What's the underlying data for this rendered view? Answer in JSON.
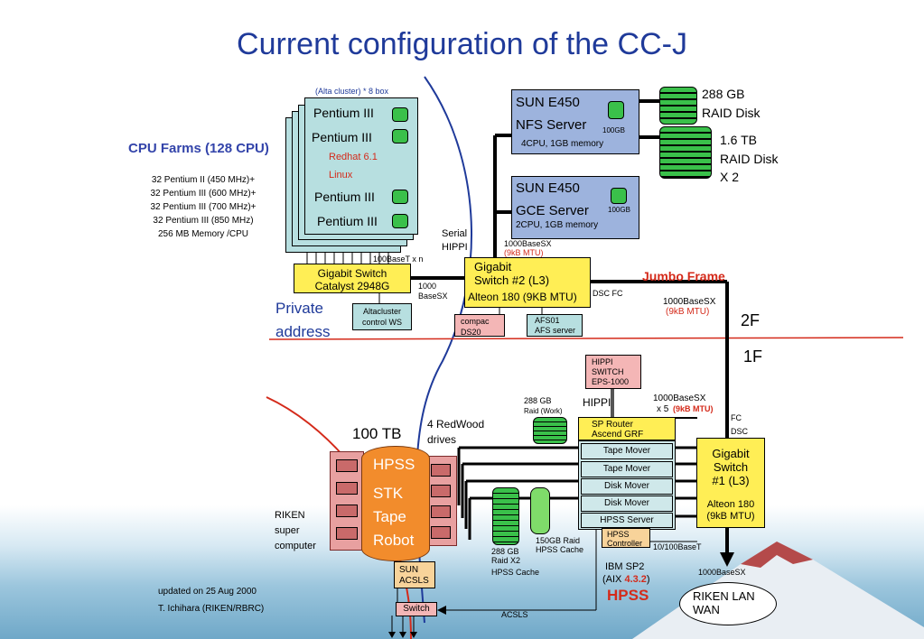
{
  "title": "Current configuration of the CC-J",
  "cpu_farms": {
    "heading": "CPU Farms (128 CPU)",
    "specs": [
      "32 Pentium II  (450 MHz)+",
      "32 Pentium III (600 MHz)+",
      "32 Pentium III (700 MHz)+",
      "32 Pentium III (850 MHz)",
      "256 MB Memory /CPU"
    ],
    "box_caption": "(Alta cluster) * 8 box",
    "cpus": [
      "Pentium III",
      "Pentium III",
      "Pentium III",
      "Pentium III"
    ],
    "os": [
      "Redhat 6.1",
      "Linux"
    ]
  },
  "private": {
    "line1": "Private",
    "line2": "address"
  },
  "catalyst": {
    "line1": "Gigabit  Switch",
    "line2": "Catalyst 2948G"
  },
  "altacluster": {
    "line1": "Altacluster",
    "line2": "control WS"
  },
  "link_100baset": "100BaseT x  n",
  "link_1000basesx_left": {
    "line1": "1000",
    "line2": "BaseSX"
  },
  "serial_hippi": {
    "line1": "Serial",
    "line2": "HIPPI"
  },
  "nfs_server": {
    "line1": "SUN E450",
    "line2": "NFS Server",
    "disk": "100GB",
    "line3": "4CPU, 1GB memory"
  },
  "gce_server": {
    "line1": "SUN E450",
    "line2": "GCE  Server",
    "disk": "100GB",
    "line3": "2CPU, 1GB memory"
  },
  "raid288": {
    "line1": "288 GB",
    "line2": "RAID Disk"
  },
  "raid16": {
    "line1": "1.6 TB",
    "line2": "RAID Disk",
    "line3": "X 2"
  },
  "link_mtu_top": {
    "line1": "1000BaseSX",
    "line2": "(9kB MTU)"
  },
  "switch2": {
    "line1": "Gigabit",
    "line2": "Switch #2 (L3)",
    "line3": "Alteon 180 (9KB MTU)"
  },
  "compac": {
    "line1": "compac",
    "line2": "DS20"
  },
  "afs01": {
    "line1": "AFS01",
    "line2": "AFS server"
  },
  "dsc_fc": "DSC   FC",
  "jumbo": "Jumbo Frame",
  "link_mtu_right": {
    "line1": "1000BaseSX",
    "line2": "(9kB MTU)"
  },
  "floor2": "2F",
  "floor1": "1F",
  "hippi_switch": {
    "line1": "HIPPI",
    "line2": "SWITCH",
    "line3": "EPS-1000"
  },
  "hippi_label": "HIPPI",
  "raid_work": {
    "line1": "288 GB",
    "line2": "Raid (Work)"
  },
  "link_x5": {
    "line1": "1000BaseSX",
    "line2": "x 5",
    "line3": "(9kB MTU)"
  },
  "fc_dsc": {
    "line1": "FC",
    "line2": "DSC"
  },
  "sp_router": {
    "line1": "SP Router",
    "line2": "Ascend GRF"
  },
  "movers": [
    "Tape Mover",
    "Tape Mover",
    "Disk Mover",
    "Disk Mover",
    "HPSS Server"
  ],
  "switch1": {
    "line1": "Gigabit",
    "line2": "Switch",
    "line3": "#1 (L3)",
    "line4": "Alteon 180",
    "line5": "(9kB MTU)"
  },
  "hpss_controller": {
    "line1": "HPSS",
    "line2": "Controller"
  },
  "link_10100": "10/100BaseT",
  "link_1000bottom": "1000BaseSX",
  "wan": {
    "line1": "RIKEN LAN",
    "line2": "WAN"
  },
  "ibm": {
    "line1": "IBM  SP2",
    "line2a": "(AIX ",
    "line2b": "4.3.2",
    "line2c": ")",
    "line3": "HPSS"
  },
  "raid_x2": {
    "line1": "288 GB",
    "line2": "Raid X2",
    "line3": "HPSS Cache"
  },
  "raid_150": {
    "line1": "150GB Raid",
    "line2": "HPSS Cache"
  },
  "tb100": "100 TB",
  "redwood": {
    "line1": "4 RedWood",
    "line2": "drives"
  },
  "stk": [
    "HPSS",
    "STK",
    "Tape",
    "Robot"
  ],
  "riken_super": [
    "RIKEN",
    "super",
    "computer"
  ],
  "sun_acsls": {
    "line1": "SUN",
    "line2": "ACSLS"
  },
  "switch_small": "Switch",
  "acsls": "ACSLS",
  "footer": {
    "line1": "updated on 25 Aug 2000",
    "line2": "T. Ichihara (RIKEN/RBRC)"
  },
  "colors": {
    "title": "#1f3a9a",
    "accent_red": "#d42a1a",
    "cpu_heading": "#3344aa"
  }
}
